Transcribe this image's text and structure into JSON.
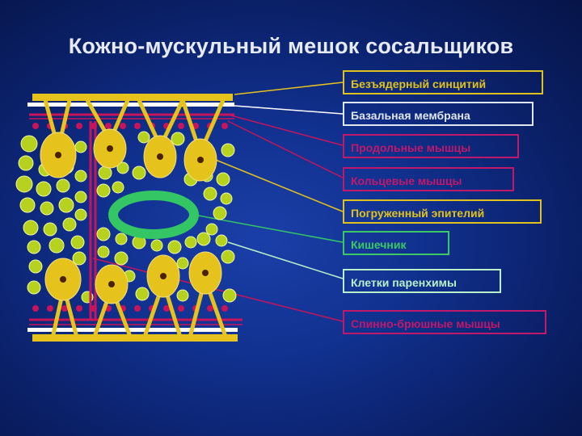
{
  "title": "Кожно-мускульный мешок сосальщиков",
  "labels": [
    {
      "text": "Безъядерный синцитий",
      "color": "#e0c21e"
    },
    {
      "text": "Базальная мембрана",
      "color": "#dfe6f0"
    },
    {
      "text": "Продольные мышцы",
      "color": "#c0186a"
    },
    {
      "text": "Кольцевые мышцы",
      "color": "#c0186a"
    },
    {
      "text": "Погруженный эпителий",
      "color": "#e0c21e"
    },
    {
      "text": "Кишечник",
      "color": "#3cc864"
    },
    {
      "text": "Клетки паренхимы",
      "color": "#b9f0c8"
    },
    {
      "text": "Спинно-брюшные мышцы",
      "color": "#c0186a"
    }
  ],
  "colors": {
    "syncytium": "#e6c21c",
    "nucleus": "#5a2a00",
    "parenchyma": "#b6d21e",
    "muscle": "#c8145a",
    "intestine": "#34c664",
    "membrane": "#ffffff"
  }
}
